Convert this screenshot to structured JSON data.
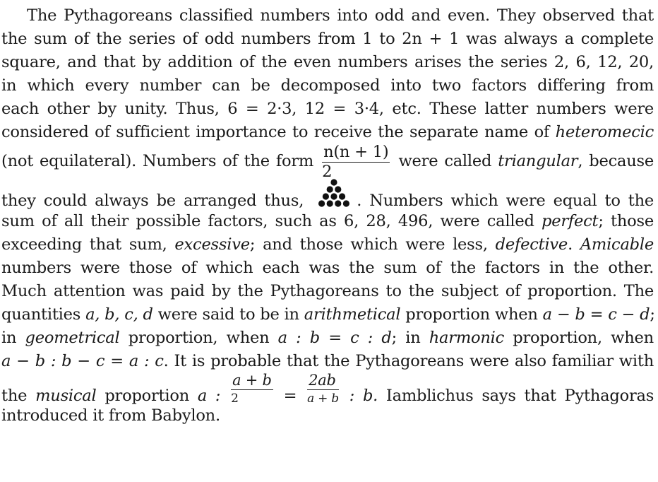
{
  "paragraph": {
    "l1": "The Pythagoreans classified numbers into odd and even. They observed that",
    "l2": "the sum of the series of odd numbers from 1 to 2n + 1 was always a complete",
    "l3": "square, and that by addition of the even numbers arises the series 2, 6, 12, 20,",
    "l4": "in which every number can be decomposed into two factors differing from",
    "l5": "each other by unity. Thus, 6 = 2·3, 12 = 3·4, etc. These latter numbers were",
    "l6a": "considered of sufficient importance to receive the separate name of ",
    "l6b": "heteromecic",
    "l7a": "(not equilateral). Numbers of the form",
    "l7frac_num": "n(n + 1)",
    "l7frac_den": "2",
    "l7b": "were called",
    "l7c": "triangular",
    "l7d": ", because",
    "l8a": "they could always be arranged thus,",
    "l8b": ". Numbers which were equal to the",
    "l9a": "sum of all their possible factors, such as 6, 28, 496, were called",
    "l9b": "perfect",
    "l9c": "; those",
    "l10a": "exceeding that sum,",
    "l10b": "excessive",
    "l10c": "; and those which were less,",
    "l10d": "defective",
    "l10e": ".",
    "l10f": "Amicable",
    "l11": "numbers were those of which each was the sum of the factors in the other.",
    "l12": "Much attention was paid by the Pythagoreans to the subject of proportion. The",
    "l13a": "quantities",
    "l13b": "a, b, c, d",
    "l13c": "were said to be in",
    "l13d": "arithmetical",
    "l13e": "proportion when",
    "l13f": "a − b = c − d",
    "l13g": ";",
    "l14a": "in",
    "l14b": "geometrical",
    "l14c": "proportion, when",
    "l14d": "a : b = c : d",
    "l14e": "; in",
    "l14f": "harmonic",
    "l14g": "proportion, when",
    "l15a": "a − b : b − c = a : c",
    "l15b": ". It is probable that the Pythagoreans were also familiar with",
    "l16a": "the",
    "l16b": "musical",
    "l16c": "proportion",
    "l16d": "a :",
    "l16f1_num": "a + b",
    "l16f1_den": "2",
    "l16eq": "=",
    "l16f2_num": "2ab",
    "l16f2_den": "a + b",
    "l16e": ": b.",
    "l16f": "Iamblichus says that Pythagoras",
    "l17": "introduced it from Babylon."
  }
}
